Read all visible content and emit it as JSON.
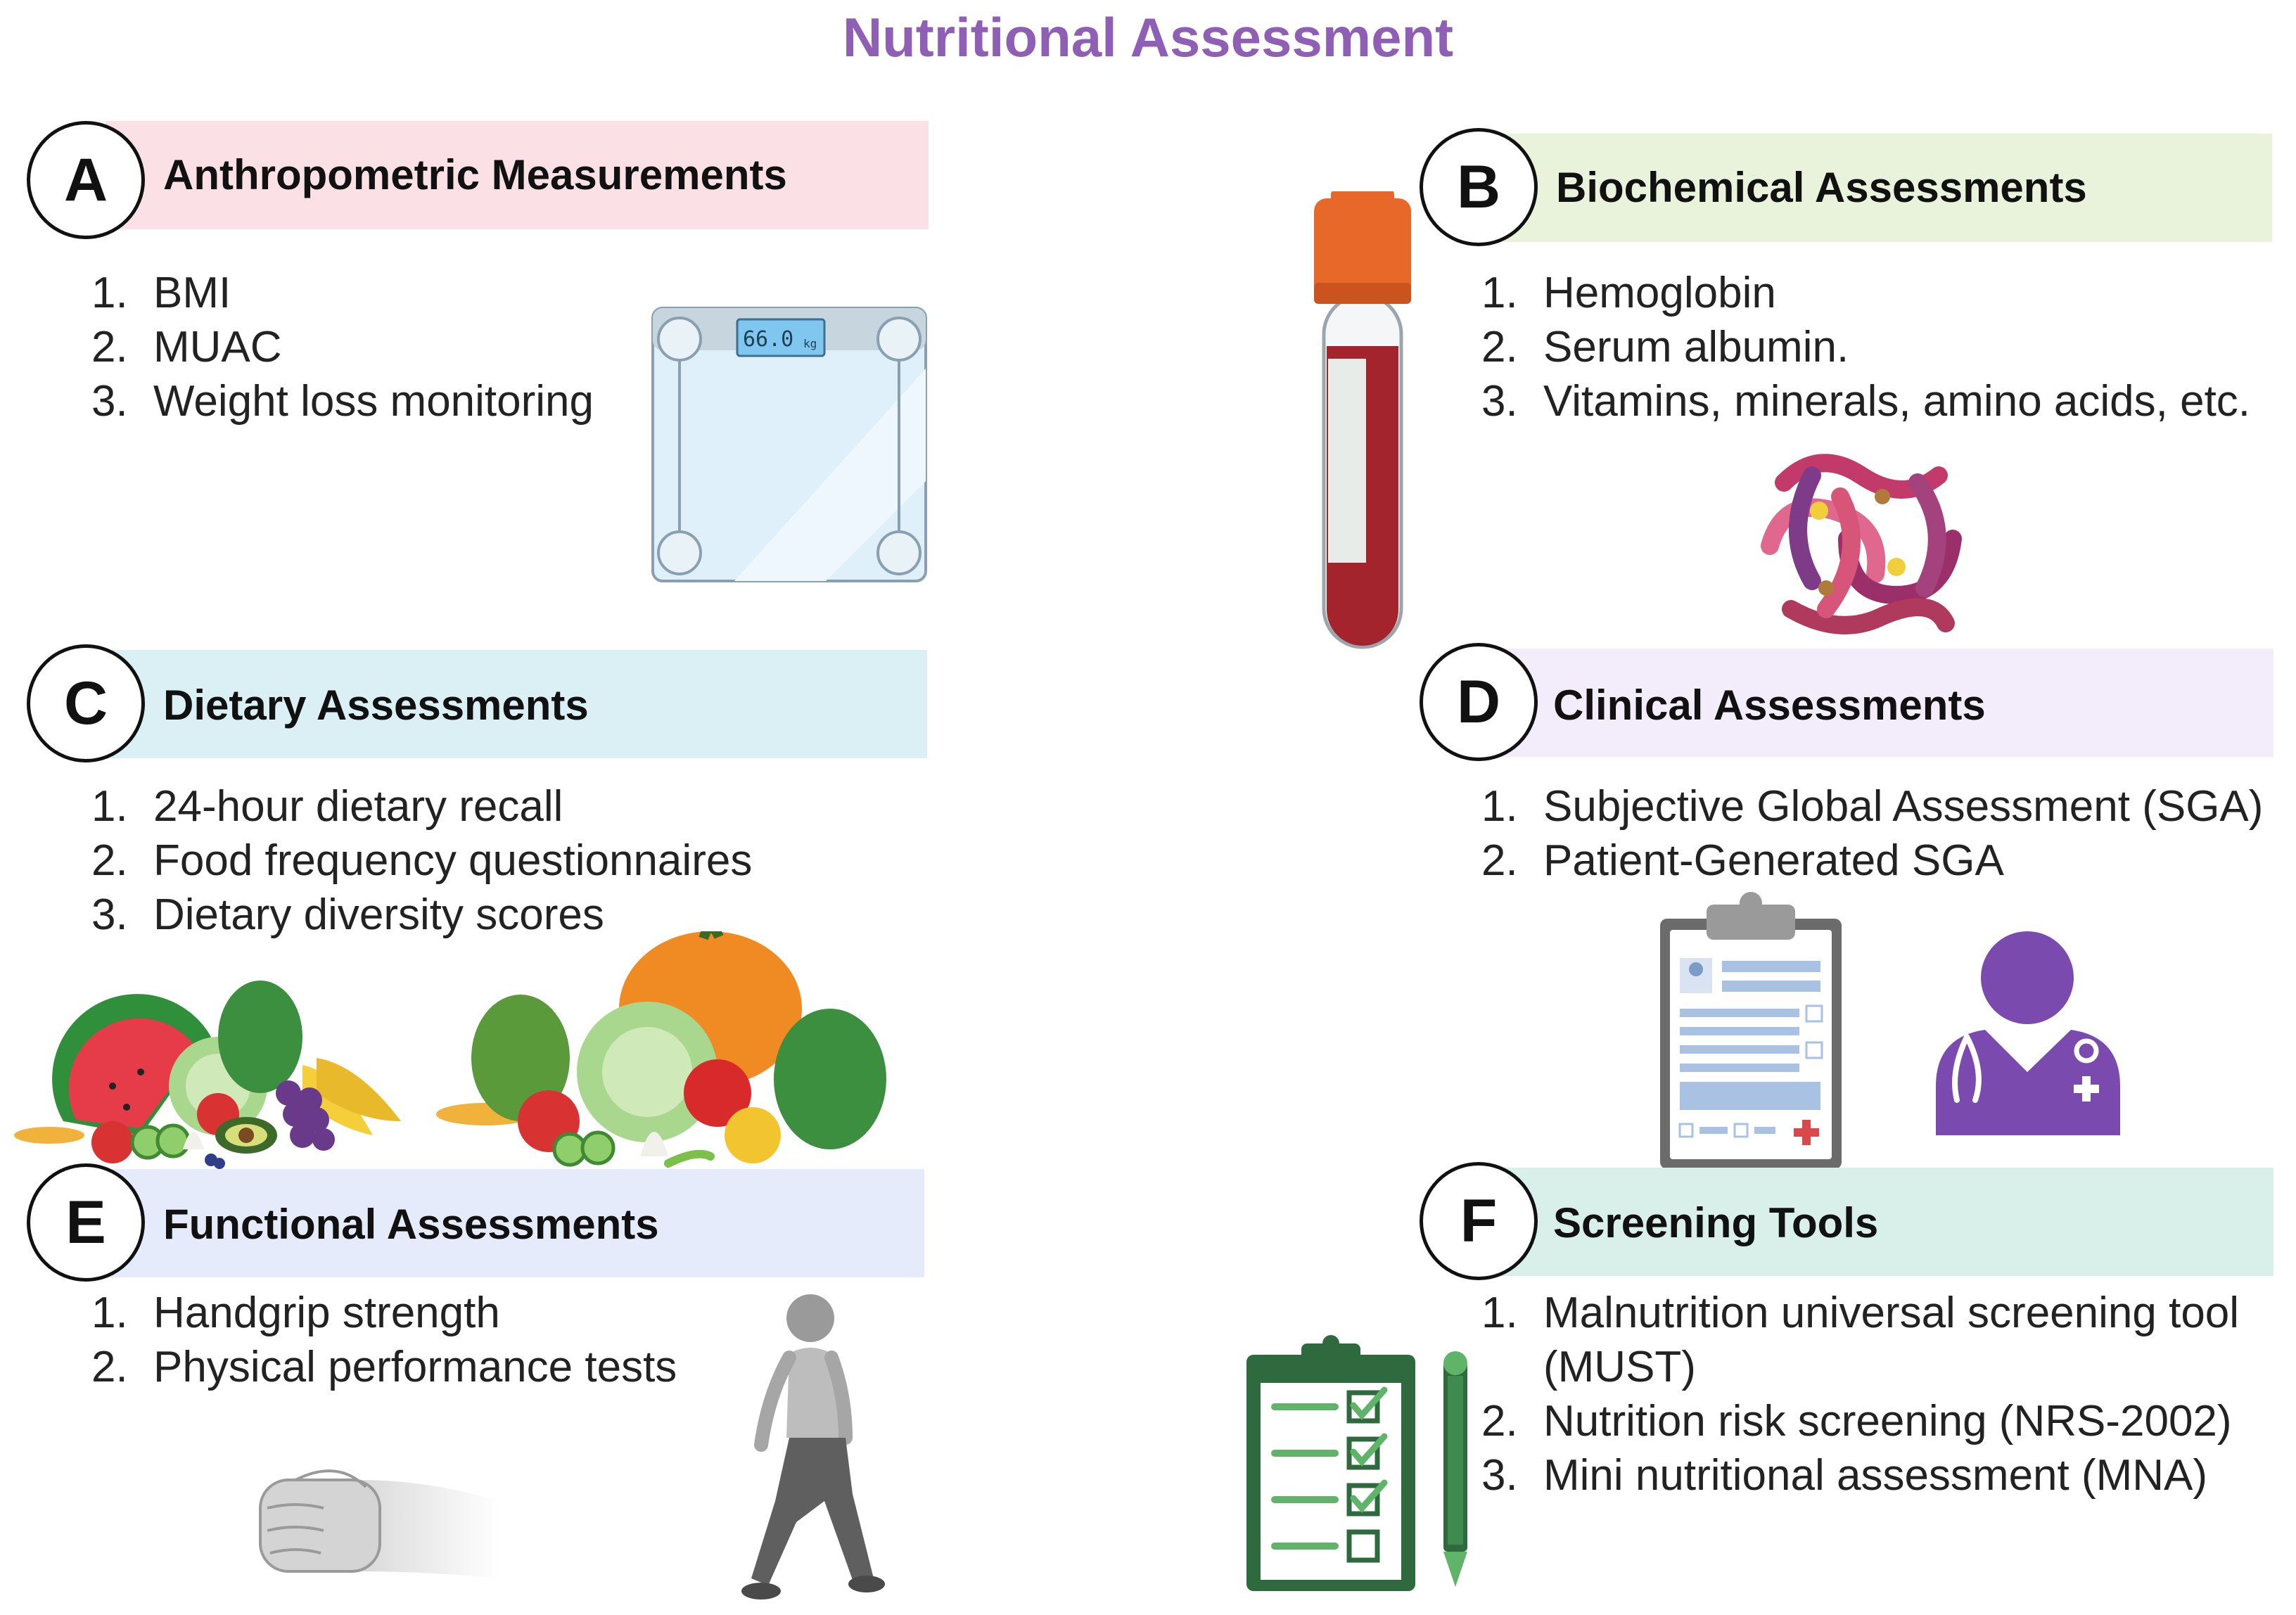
{
  "title": "Nutritional Assessment",
  "sections": [
    {
      "letter": "A",
      "heading": "Anthropometric Measurements",
      "color": "#fbe1e6",
      "items": [
        "BMI",
        "MUAC",
        "Weight loss monitoring"
      ]
    },
    {
      "letter": "B",
      "heading": "Biochemical Assessments",
      "color": "#e9f3dc",
      "items": [
        "Hemoglobin",
        "Serum albumin.",
        "Vitamins, minerals, amino acids, etc."
      ]
    },
    {
      "letter": "C",
      "heading": "Dietary Assessments",
      "color": "#daf0f4",
      "items": [
        "24-hour dietary recall",
        "Food frequency questionnaires",
        "Dietary diversity scores"
      ]
    },
    {
      "letter": "D",
      "heading": "Clinical Assessments",
      "color": "#f3ecfa",
      "items": [
        "Subjective Global Assessment (SGA)",
        "Patient-Generated SGA"
      ]
    },
    {
      "letter": "E",
      "heading": "Functional Assessments",
      "color": "#e6ebfb",
      "items": [
        "Handgrip strength",
        "Physical performance tests"
      ]
    },
    {
      "letter": "F",
      "heading": "Screening Tools",
      "color": "#d9efea",
      "items": [
        "Malnutrition universal screening tool (MUST)",
        "Nutrition risk screening (NRS-2002)",
        "Mini nutritional assessment (MNA)"
      ]
    }
  ],
  "scale": {
    "reading": "66.0",
    "unit": "kg"
  },
  "numbers": [
    "1.",
    "2.",
    "3."
  ]
}
